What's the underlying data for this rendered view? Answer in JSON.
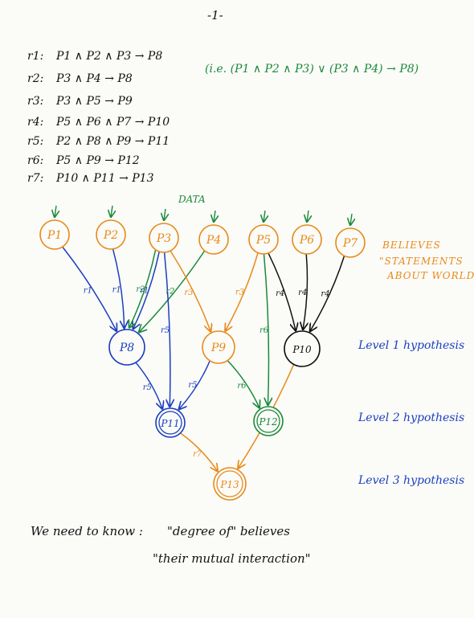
{
  "page": {
    "number": "-1-"
  },
  "rules": [
    {
      "id": "r1:",
      "text": "P1 ∧ P2 ∧ P3 → P8"
    },
    {
      "id": "r2:",
      "text": "P3 ∧ P4 → P8"
    },
    {
      "id": "r3:",
      "text": "P3 ∧ P5 → P9"
    },
    {
      "id": "r4:",
      "text": "P5 ∧ P6 ∧ P7 → P10"
    },
    {
      "id": "r5:",
      "text": "P2 ∧ P8 ∧ P9 → P11"
    },
    {
      "id": "r6:",
      "text": "P5 ∧ P9 → P12"
    },
    {
      "id": "r7:",
      "text": "P10 ∧ P11 → P13"
    }
  ],
  "note": "(i.e. (P1 ∧ P2 ∧ P3) ∨ (P3 ∧ P4) → P8)",
  "data_label": "DATA",
  "believes_lines": [
    "BELIEVES",
    "\"STATEMENTS",
    "ABOUT WORLD\""
  ],
  "levels": [
    "Level 1 hypothesis",
    "Level 2 hypothesis",
    "Level 3 hypothesis"
  ],
  "nodes": [
    {
      "id": "P1",
      "label": "P1",
      "kind": "data"
    },
    {
      "id": "P2",
      "label": "P2",
      "kind": "data"
    },
    {
      "id": "P3",
      "label": "P3",
      "kind": "data"
    },
    {
      "id": "P4",
      "label": "P4",
      "kind": "data"
    },
    {
      "id": "P5",
      "label": "P5",
      "kind": "data"
    },
    {
      "id": "P6",
      "label": "P6",
      "kind": "data"
    },
    {
      "id": "P7",
      "label": "P7",
      "kind": "data"
    },
    {
      "id": "P8",
      "label": "P8",
      "kind": "level1"
    },
    {
      "id": "P9",
      "label": "P9",
      "kind": "level1"
    },
    {
      "id": "P10",
      "label": "P10",
      "kind": "level1"
    },
    {
      "id": "P11",
      "label": "P11",
      "kind": "level2"
    },
    {
      "id": "P12",
      "label": "P12",
      "kind": "level2"
    },
    {
      "id": "P13",
      "label": "P13",
      "kind": "level3"
    }
  ],
  "edges": [
    {
      "from": "P1",
      "to": "P8",
      "rule": "r1",
      "color": "#1b3fbf"
    },
    {
      "from": "P2",
      "to": "P8",
      "rule": "r1",
      "color": "#1b3fbf"
    },
    {
      "from": "P3",
      "to": "P8",
      "rule": "r1",
      "color": "#1b3fbf"
    },
    {
      "from": "P3",
      "to": "P8",
      "rule": "r2",
      "color": "#1a8a3a"
    },
    {
      "from": "P4",
      "to": "P8",
      "rule": "r2",
      "color": "#1a8a3a"
    },
    {
      "from": "P3",
      "to": "P9",
      "rule": "r3",
      "color": "#e88a1a"
    },
    {
      "from": "P5",
      "to": "P9",
      "rule": "r3",
      "color": "#e88a1a"
    },
    {
      "from": "P5",
      "to": "P10",
      "rule": "r4",
      "color": "#111111"
    },
    {
      "from": "P6",
      "to": "P10",
      "rule": "r4",
      "color": "#111111"
    },
    {
      "from": "P7",
      "to": "P10",
      "rule": "r4",
      "color": "#111111"
    },
    {
      "from": "P3",
      "to": "P11",
      "rule": "r5",
      "color": "#1b3fbf"
    },
    {
      "from": "P8",
      "to": "P11",
      "rule": "r5",
      "color": "#1b3fbf"
    },
    {
      "from": "P9",
      "to": "P11",
      "rule": "r5",
      "color": "#1b3fbf"
    },
    {
      "from": "P5",
      "to": "P12",
      "rule": "r6",
      "color": "#1a8a3a"
    },
    {
      "from": "P9",
      "to": "P12",
      "rule": "r6",
      "color": "#1a8a3a"
    },
    {
      "from": "P10",
      "to": "P13",
      "rule": "r7",
      "color": "#e88a1a"
    },
    {
      "from": "P11",
      "to": "P13",
      "rule": "r7",
      "color": "#e88a1a"
    }
  ],
  "colors": {
    "data": "#e88a1a",
    "level1_P8": "#1b3fbf",
    "level1_P9": "#e88a1a",
    "level1_P10": "#111111",
    "level2_P11": "#1b3fbf",
    "level2_P12": "#1a8a3a",
    "level3_P13": "#e88a1a"
  },
  "footer": {
    "line1_left": "We need to know :",
    "line1_right": "\"degree of\" believes",
    "line2": "\"their mutual interaction\""
  }
}
